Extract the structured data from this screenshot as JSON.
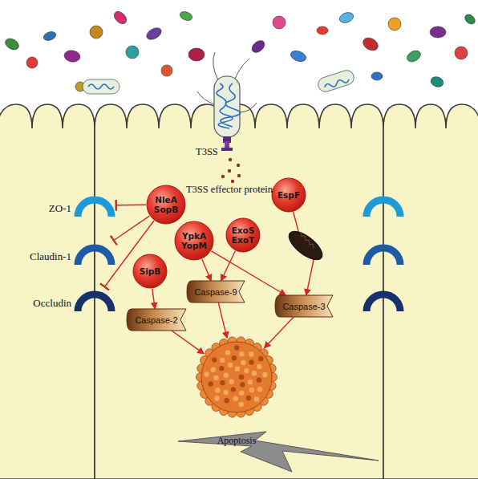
{
  "diagram": {
    "nodes": [
      {
        "text": [
          "ZO-1"
        ]
      },
      {
        "text": [
          "Claudin-1"
        ]
      },
      {
        "text": [
          "Occludin"
        ]
      },
      {
        "text": [
          "NleA SopB"
        ]
      },
      {
        "text": [
          "EspF"
        ]
      },
      {
        "text": [
          "YpkA YopM"
        ]
      },
      {
        "text": [
          "ExoS ExoT"
        ]
      },
      {
        "text": [
          "SipB"
        ]
      },
      {
        "text": [
          "Caspase-9"
        ]
      },
      {
        "text": [
          "Caspase-2"
        ]
      },
      {
        "text": [
          "Caspase-3"
        ]
      },
      {
        "text": [
          "Apoptosis"
        ]
      }
    ],
    "edges": [
      {
        "from": 3,
        "to": 0,
        "arrow": "to"
      },
      {
        "from": 3,
        "to": 1,
        "arrow": "to"
      },
      {
        "from": 3,
        "to": 2,
        "arrow": "to"
      },
      {
        "from": 7,
        "to": 9,
        "arrow": "to"
      },
      {
        "from": 5,
        "to": 8,
        "arrow": "to"
      },
      {
        "from": 5,
        "to": 10,
        "arrow": "to"
      },
      {
        "from": 6,
        "to": 8,
        "arrow": "to"
      },
      {
        "from": 4,
        "to": 10,
        "arrow": "to"
      },
      {
        "from": 9,
        "to": 11,
        "arrow": "to"
      },
      {
        "from": 8,
        "to": 11,
        "arrow": "to"
      },
      {
        "from": 10,
        "to": 11,
        "arrow": "to"
      }
    ],
    "labels": [
      "T3SS",
      "T3SS effector protein"
    ]
  }
}
